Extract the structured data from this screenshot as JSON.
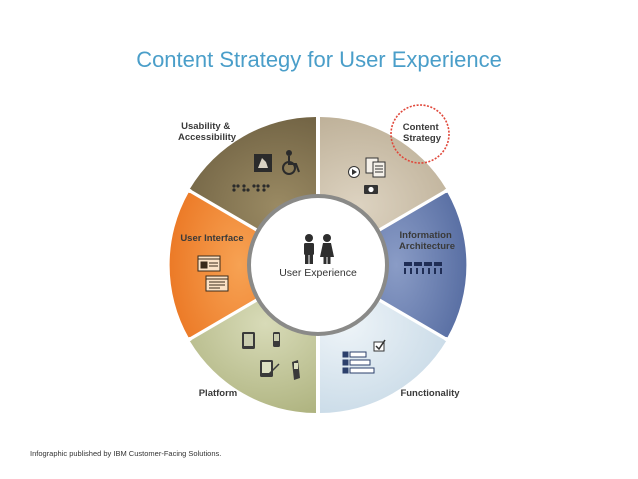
{
  "slide": {
    "title": "Content Strategy for User Experience",
    "caption": "Infographic published by IBM Customer-Facing Solutions."
  },
  "wheel": {
    "center_label": "User Experience",
    "highlight_color": "#e0473a",
    "segments": [
      {
        "id": "content-strategy",
        "lines": [
          "Content",
          "Strategy"
        ],
        "color": "#c9bca5",
        "highlighted": true
      },
      {
        "id": "information-architecture",
        "lines": [
          "Information",
          "Architecture"
        ],
        "color": "#6f84b4"
      },
      {
        "id": "functionality",
        "lines": [
          "Functionality"
        ],
        "color": "#d6e4ee"
      },
      {
        "id": "platform",
        "lines": [
          "Platform"
        ],
        "color": "#c3c79b"
      },
      {
        "id": "user-interface",
        "lines": [
          "User Interface"
        ],
        "color": "#ef8a33"
      },
      {
        "id": "usability-accessibility",
        "lines": [
          "Usability &",
          "Accessibility"
        ],
        "color": "#857653"
      }
    ]
  }
}
